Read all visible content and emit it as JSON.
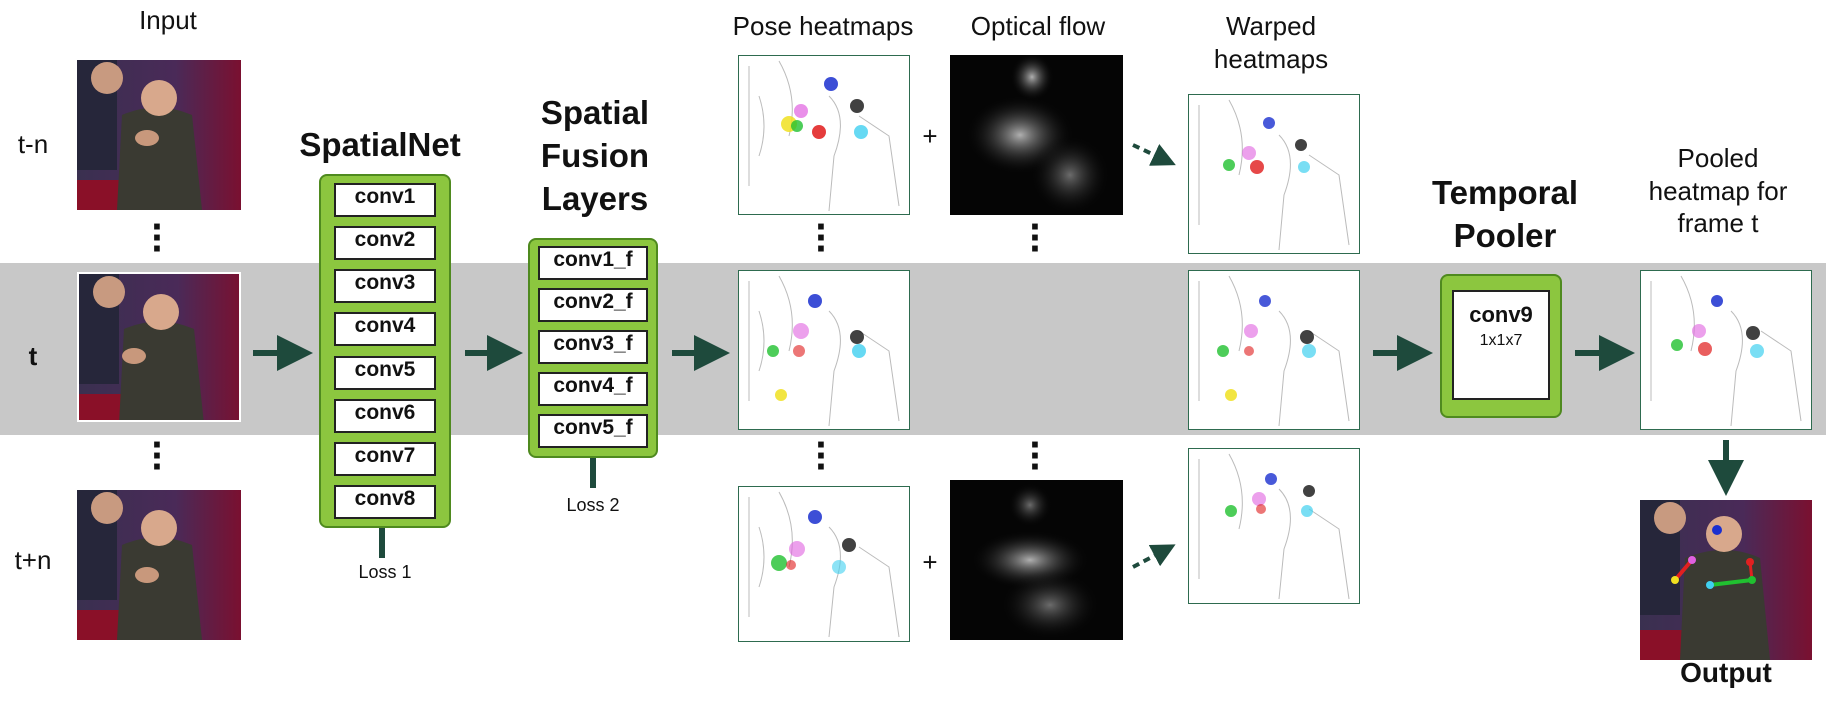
{
  "headers": {
    "input": "Input",
    "pose_heatmaps": "Pose heatmaps",
    "optical_flow": "Optical flow",
    "warped": "Warped heatmaps",
    "pooled": "Pooled heatmap for frame t"
  },
  "rows": {
    "top": "t-n",
    "mid": "t",
    "bottom": "t+n"
  },
  "spatialnet": {
    "title": "SpatialNet",
    "layers": [
      "conv1",
      "conv2",
      "conv3",
      "conv4",
      "conv5",
      "conv6",
      "conv7",
      "conv8"
    ],
    "loss": "Loss 1"
  },
  "fusion": {
    "title": "Spatial Fusion Layers",
    "layers": [
      "conv1_f",
      "conv2_f",
      "conv3_f",
      "conv4_f",
      "conv5_f"
    ],
    "loss": "Loss 2"
  },
  "pooler": {
    "title": "Temporal Pooler",
    "layer": "conv9",
    "size": "1x1x7"
  },
  "plus": "+",
  "output": "Output",
  "colors": {
    "arrow": "#1e4a3c",
    "green": "#8cc63f",
    "band": "#c8c8c8"
  }
}
